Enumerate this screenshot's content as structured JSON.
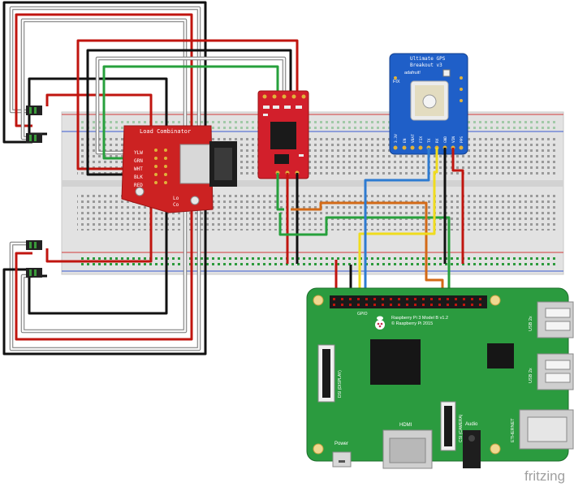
{
  "load_combinator": {
    "title": "Load Combinator",
    "pins": [
      "YLW",
      "GRN",
      "WHT",
      "BLK",
      "RED"
    ],
    "bottom_text": [
      "Lo",
      "Co"
    ]
  },
  "gps": {
    "title_line1": "Ultimate GPS",
    "title_line2": "Breakout v3",
    "brand": "adafruit!",
    "side_label": "FIX",
    "pins": [
      "3.3V",
      "EN",
      "VBAT",
      "FIX",
      "TX",
      "RX",
      "GND",
      "VIN",
      "PPS"
    ]
  },
  "raspberry_pi": {
    "header_label": "GPIO",
    "model": "Raspberry Pi 3 Model B v1.2",
    "copyright": "© Raspberry Pi 2015",
    "dsi": "DSI (DISPLAY)",
    "csi": "CSI (CAMERA)",
    "hdmi": "HDMI",
    "audio": "Audio",
    "power": "Power",
    "usb1": "USB 2x",
    "usb2": "USB 2x",
    "ethernet": "ETHERNET"
  },
  "watermark": "fritzing",
  "colors": {
    "wire_red": "#c0150f",
    "wire_black": "#111111",
    "wire_white": "#f4f4f4",
    "wire_green": "#27a03c",
    "wire_blue": "#2d7bd1",
    "wire_yellow": "#f0dc1e",
    "wire_orange": "#d36a17",
    "board_pi": "#2b9b3f",
    "board_hx711": "#d21f2b",
    "board_gps": "#1f5fc8",
    "board_combinator": "#cc2222"
  }
}
